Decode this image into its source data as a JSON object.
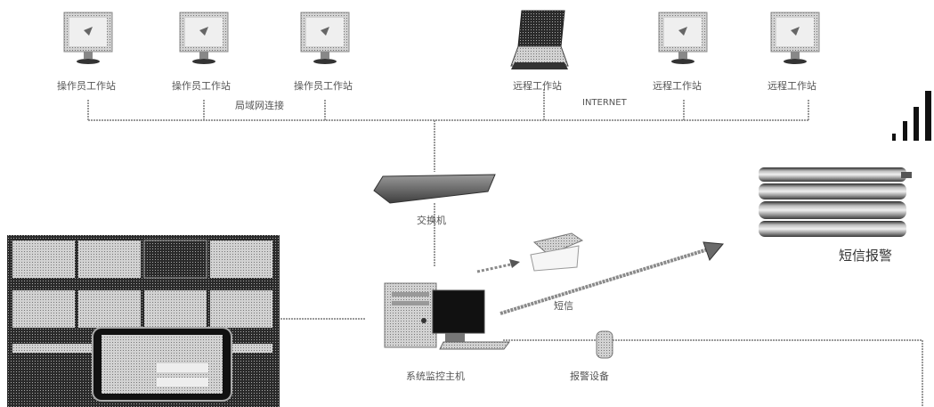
{
  "clients_left": [
    {
      "label": "操作员工作站"
    },
    {
      "label": "操作员工作站"
    },
    {
      "label": "操作员工作站"
    }
  ],
  "clients_right": [
    {
      "label": "远程工作站"
    },
    {
      "label": "远程工作站"
    },
    {
      "label": "远程工作站"
    }
  ],
  "network": {
    "lan_label": "局域网连接",
    "internet_label": "INTERNET"
  },
  "devices": {
    "switch_label": "交换机",
    "host_label": "系统监控主机",
    "alarm_label": "报警设备",
    "sms_label": "短信报警",
    "link_label": "短信"
  },
  "colors": {
    "line": "#8e8e8e",
    "dark": "#1c1c1c",
    "mid": "#7a7a7a",
    "light": "#c8c8c8"
  }
}
